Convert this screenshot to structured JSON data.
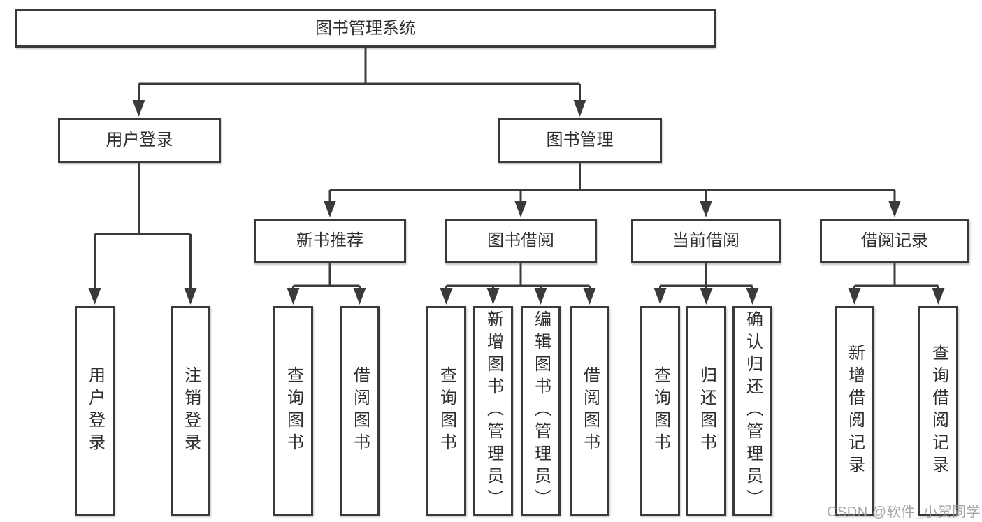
{
  "diagram": {
    "type": "tree",
    "root": {
      "label": "图书管理系统",
      "children": [
        {
          "label": "用户登录",
          "children": [
            {
              "label": "用户登录"
            },
            {
              "label": "注销登录"
            }
          ]
        },
        {
          "label": "图书管理",
          "children": [
            {
              "label": "新书推荐",
              "children": [
                {
                  "label": "查询图书"
                },
                {
                  "label": "借阅图书"
                }
              ]
            },
            {
              "label": "图书借阅",
              "children": [
                {
                  "label": "查询图书"
                },
                {
                  "label": "新增图书（管理员）"
                },
                {
                  "label": "编辑图书（管理员）"
                },
                {
                  "label": "借阅图书"
                }
              ]
            },
            {
              "label": "当前借阅",
              "children": [
                {
                  "label": "查询图书"
                },
                {
                  "label": "归还图书"
                },
                {
                  "label": "确认归还（管理员）"
                }
              ]
            },
            {
              "label": "借阅记录",
              "children": [
                {
                  "label": "新增借阅记录"
                },
                {
                  "label": "查询借阅记录"
                }
              ]
            }
          ]
        }
      ]
    },
    "colors": {
      "line": "#3a3a3a",
      "text": "#2e2e2e",
      "box_background": "#ffffff",
      "watermark": "#969696"
    }
  },
  "watermark": {
    "text": "CSDN @软件_小贺同学"
  }
}
